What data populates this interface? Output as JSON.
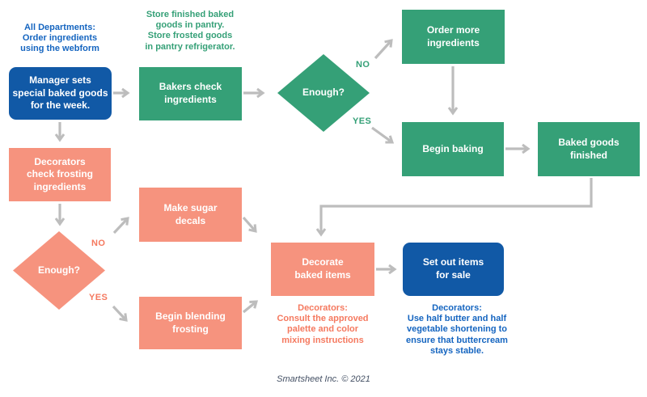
{
  "colors": {
    "bg": "#FFFFFF",
    "blue": "#1159A6",
    "green": "#35A077",
    "salmon": "#F6937E",
    "blue-text": "#1565C0",
    "green-text": "#35A077",
    "salmon-text": "#F5795F",
    "arrow": "#BDBDBD",
    "footer-text": "#445064"
  },
  "nodes": {
    "manager": "Manager sets\nspecial baked goods\nfor the week.",
    "bakers_check": "Bakers check\ningredients",
    "enough_ingredients": "Enough?",
    "order_more": "Order more\ningredients",
    "begin_baking": "Begin baking",
    "baked_finished": "Baked goods\nfinished",
    "decorators_check": "Decorators\ncheck frosting\ningredients",
    "enough_frosting": "Enough?",
    "make_decals": "Make sugar\ndecals",
    "begin_blending": "Begin blending\nfrosting",
    "decorate": "Decorate\nbaked items",
    "set_out": "Set out items\nfor sale"
  },
  "branch_labels": {
    "ingredients_no": "NO",
    "ingredients_yes": "YES",
    "frosting_no": "NO",
    "frosting_yes": "YES"
  },
  "annotations": {
    "webform": "All Departments:\nOrder ingredients\nusing the webform",
    "storage": "Store finished baked\ngoods in pantry.\nStore frosted goods\nin pantry refrigerator.",
    "palette": "Decorators:\nConsult the approved\npalette and color\nmixing instructions",
    "buttercream": "Decorators:\nUse half butter and half\nvegetable shortening to\nensure that buttercream\nstays stable."
  },
  "footer": "Smartsheet Inc. © 2021"
}
